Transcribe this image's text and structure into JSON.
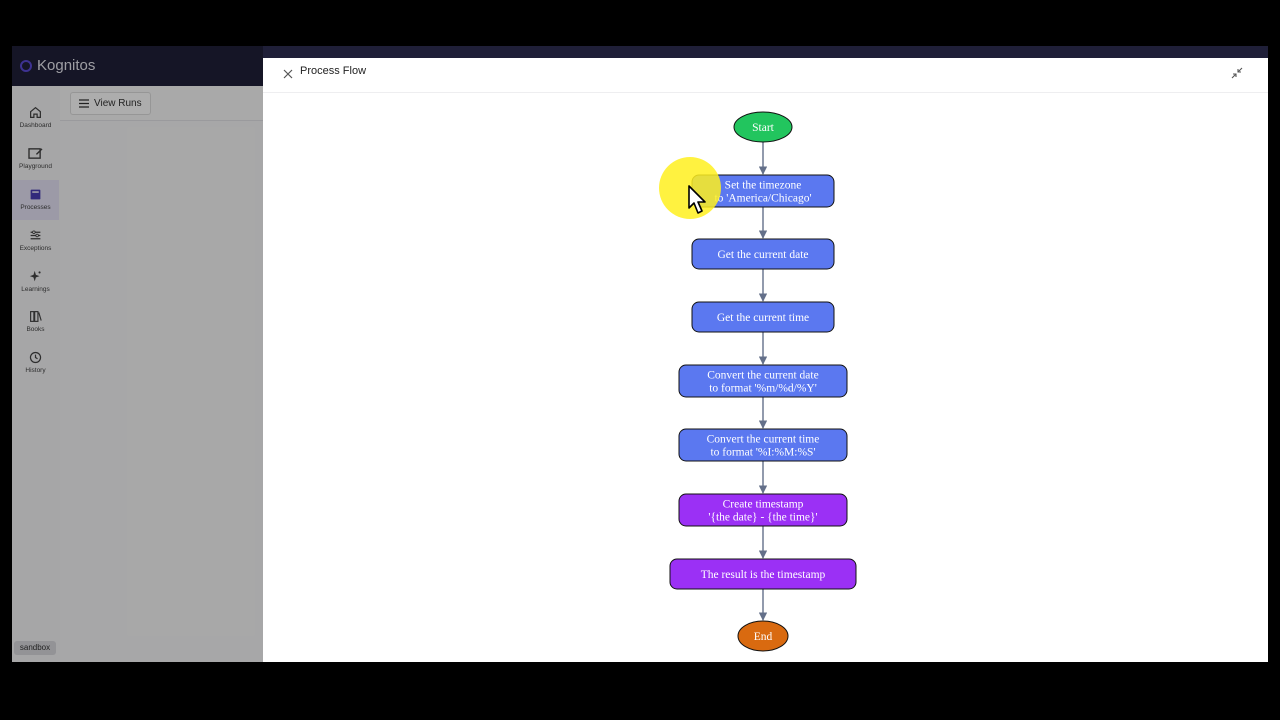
{
  "app": {
    "name": "Kognitos"
  },
  "sidebar": {
    "items": [
      {
        "label": "Dashboard",
        "icon": "home-icon"
      },
      {
        "label": "Playground",
        "icon": "playground-icon"
      },
      {
        "label": "Processes",
        "icon": "processes-icon",
        "active": true
      },
      {
        "label": "Exceptions",
        "icon": "exceptions-icon"
      },
      {
        "label": "Learnings",
        "icon": "sparkles-icon"
      },
      {
        "label": "Books",
        "icon": "books-icon"
      },
      {
        "label": "History",
        "icon": "clock-icon"
      }
    ],
    "environment": "sandbox"
  },
  "toolbar": {
    "view_runs_label": "View Runs"
  },
  "drawer": {
    "title": "Process Flow"
  },
  "flow": {
    "nodes": [
      {
        "id": "start",
        "type": "start",
        "lines": [
          "Start"
        ],
        "color": "#22c55e"
      },
      {
        "id": "n1",
        "type": "action",
        "lines": [
          "Set the timezone",
          "to 'America/Chicago'"
        ],
        "color": "#5b78f0"
      },
      {
        "id": "n2",
        "type": "action",
        "lines": [
          "Get the current date"
        ],
        "color": "#5b78f0"
      },
      {
        "id": "n3",
        "type": "action",
        "lines": [
          "Get the current time"
        ],
        "color": "#5b78f0"
      },
      {
        "id": "n4",
        "type": "action",
        "lines": [
          "Convert the current date",
          "to format '%m/%d/%Y'"
        ],
        "color": "#5b78f0"
      },
      {
        "id": "n5",
        "type": "action",
        "lines": [
          "Convert the current time",
          "to format '%I:%M:%S'"
        ],
        "color": "#5b78f0"
      },
      {
        "id": "n6",
        "type": "compute",
        "lines": [
          "Create timestamp",
          "'{the date} - {the time}'"
        ],
        "color": "#9b30f5"
      },
      {
        "id": "n7",
        "type": "compute",
        "lines": [
          "The result is the timestamp"
        ],
        "color": "#9b30f5"
      },
      {
        "id": "end",
        "type": "end",
        "lines": [
          "End"
        ],
        "color": "#d96a10"
      }
    ],
    "edge_color": "#64708a"
  }
}
